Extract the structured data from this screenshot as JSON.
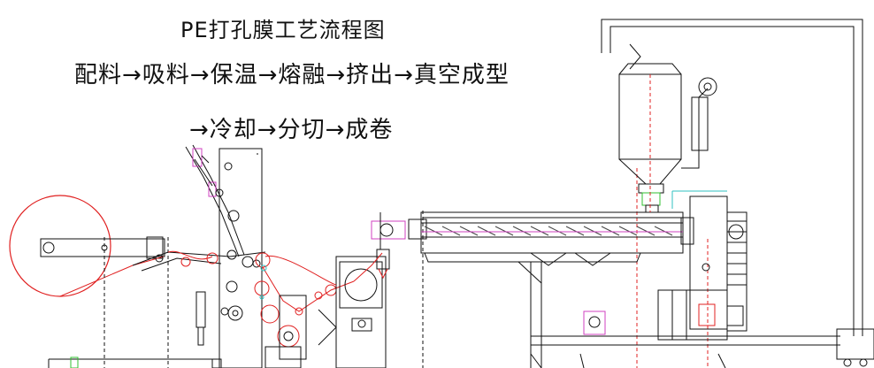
{
  "title": "PE打孔膜工艺流程图",
  "process_line_1": "配料→吸料→保温→熔融→挤出→真空成型",
  "process_line_2": "→冷却→分切→成卷",
  "colors": {
    "line": "#111111",
    "accent_red": "#e02020",
    "accent_magenta": "#d040c0",
    "accent_cyan": "#30c0c0",
    "accent_green": "#30c030"
  }
}
